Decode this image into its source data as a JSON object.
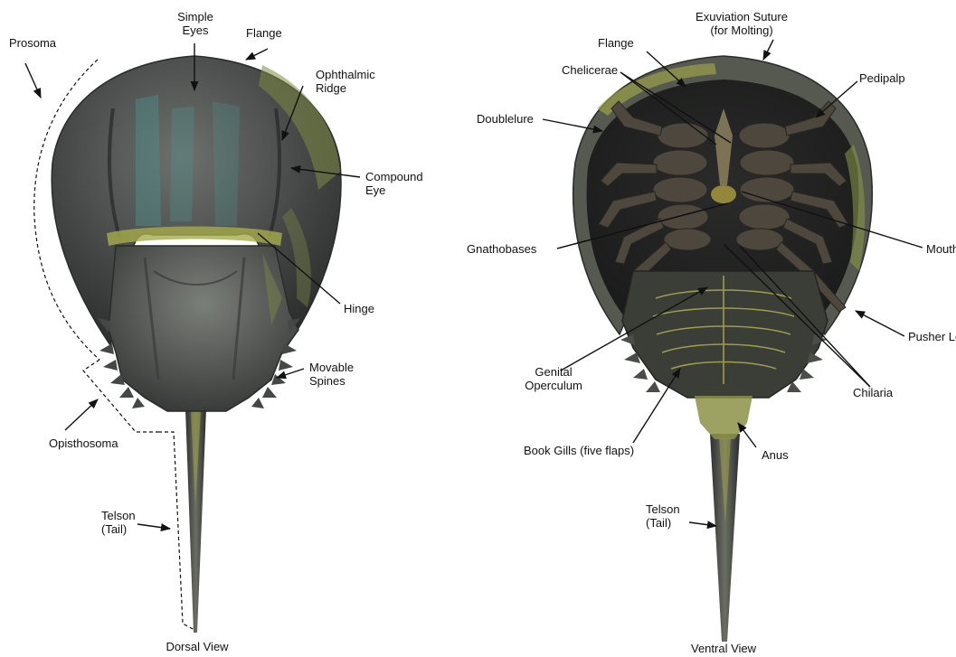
{
  "colors": {
    "shell_dark": "#3c3e3e",
    "shell_mid": "#5e6260",
    "shell_light": "#8a8e84",
    "olive_highlight": "#a6ab4a",
    "teal_highlight": "#4f8f8c",
    "leg_brown": "#4e473e",
    "line": "#111111"
  },
  "dorsal": {
    "view_label": "Dorsal View",
    "labels": {
      "prosoma": "Prosoma",
      "simple_eyes": "Simple\nEyes",
      "flange": "Flange",
      "ophthalmic_ridge": "Ophthalmic\nRidge",
      "compound_eye": "Compound\nEye",
      "hinge": "Hinge",
      "movable_spines": "Movable\nSpines",
      "opisthosoma": "Opisthosoma",
      "telson": "Telson\n(Tail)"
    }
  },
  "ventral": {
    "view_label": "Ventral View",
    "labels": {
      "exuviation_suture": "Exuviation Suture\n(for Molting)",
      "flange": "Flange",
      "chelicerae": "Chelicerae",
      "pedipalp": "Pedipalp",
      "doublelure": "Doublelure",
      "gnathobases": "Gnathobases",
      "mouth": "Mouth",
      "pusher_leg": "Pusher Leg",
      "genital_operculum": "Genital\nOperculum",
      "chilaria": "Chilaria",
      "book_gills": "Book Gills (five flaps)",
      "anus": "Anus",
      "telson": "Telson\n(Tail)"
    }
  }
}
